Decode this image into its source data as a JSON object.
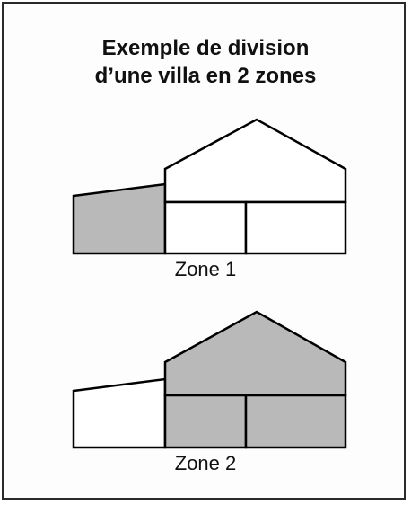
{
  "title": {
    "line1": "Exemple de division",
    "line2": "d’une villa en 2 zones"
  },
  "zones": [
    {
      "label": "Zone 1",
      "shaded_part": "annexe"
    },
    {
      "label": "Zone 2",
      "shaded_part": "main-house"
    }
  ],
  "colors": {
    "shaded": "#b9b9b9",
    "unshaded": "#ffffff",
    "outline": "#000000"
  }
}
